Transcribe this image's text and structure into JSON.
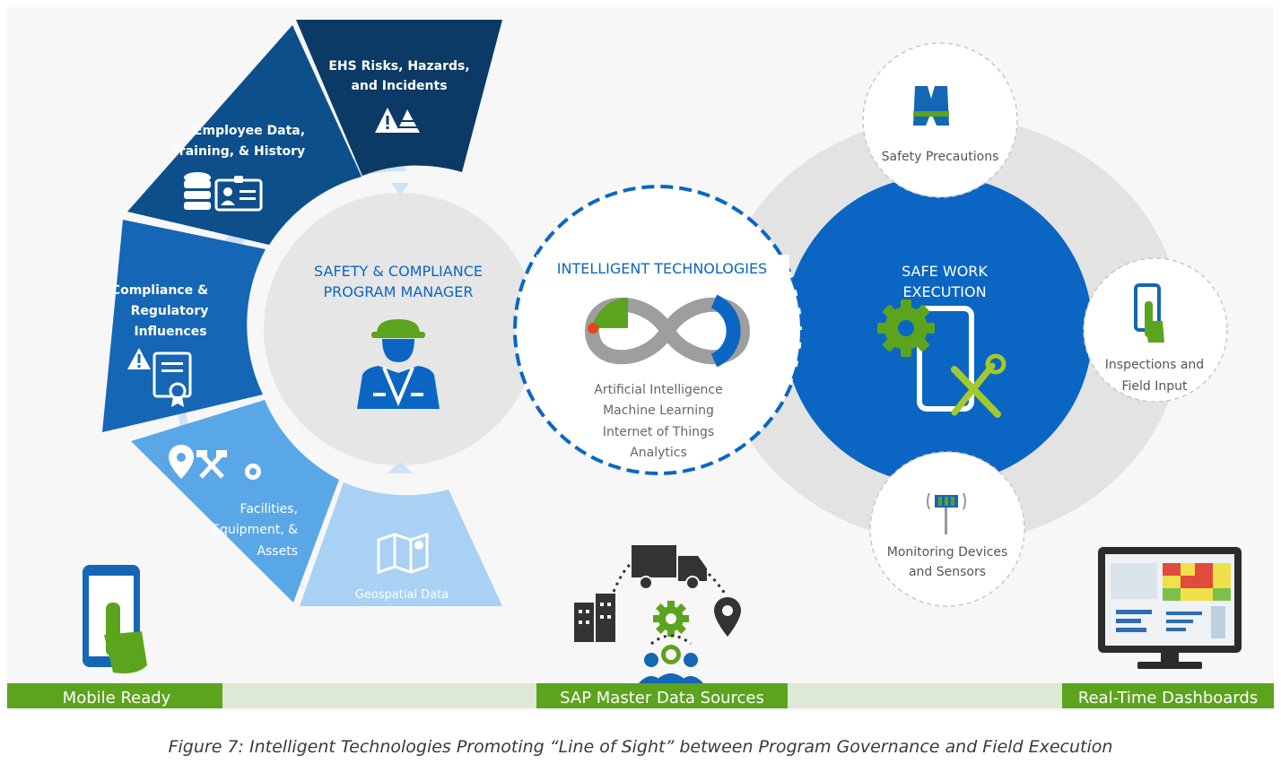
{
  "governance": {
    "center_title_line1": "SAFETY & COMPLIANCE",
    "center_title_line2": "PROGRAM MANAGER",
    "segments": [
      {
        "lines": [
          "EHS Risks, Hazards,",
          "and Incidents"
        ],
        "color": "#0b3a66",
        "icon": "warning-pyramid-icon"
      },
      {
        "lines": [
          "Employee Data,",
          "Training, & History"
        ],
        "color": "#0d4f8b",
        "icon": "database-id-card-icon"
      },
      {
        "lines": [
          "Compliance &",
          "Regulatory",
          "Influences"
        ],
        "color": "#1566b5",
        "icon": "warning-certificate-icon"
      },
      {
        "lines": [
          "Facilities,",
          "Equipment, &",
          "Assets"
        ],
        "color": "#5aa7e8",
        "icon": "location-tools-gear-icon"
      },
      {
        "lines": [
          "Geospatial Data"
        ],
        "color": "#a9d1f4",
        "icon": "map-icon"
      }
    ]
  },
  "intelligent": {
    "title": "INTELLIGENT TECHNOLOGIES",
    "items": [
      "Artificial Intelligence",
      "Machine Learning",
      "Internet of Things",
      "Analytics"
    ]
  },
  "execution": {
    "title_line1": "SAFE WORK",
    "title_line2": "EXECUTION",
    "satellites": [
      {
        "lines": [
          "Safety Precautions"
        ],
        "icon": "safety-vest-icon"
      },
      {
        "lines": [
          "Inspections and",
          "Field Input"
        ],
        "icon": "tablet-touch-icon"
      },
      {
        "lines": [
          "Monitoring Devices",
          "and Sensors"
        ],
        "icon": "sensor-tower-icon"
      }
    ]
  },
  "footer": {
    "left_label": "Mobile Ready",
    "center_label": "SAP Master Data Sources",
    "right_label": "Real-Time Dashboards"
  },
  "caption": "Figure 7: Intelligent Technologies Promoting “Line of Sight” between Program Governance and Field Execution",
  "colors": {
    "green": "#5ca31e",
    "blue_primary": "#0b66c3",
    "light_gray": "#e6e6e6",
    "panel_bg": "#f7f7f7"
  }
}
